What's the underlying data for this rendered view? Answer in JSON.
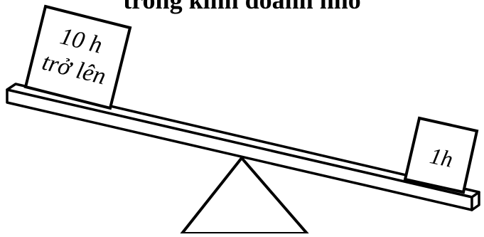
{
  "title": "trong kinh doanh nhỏ",
  "left_box": {
    "line1": "10 h",
    "line2": "trở lên"
  },
  "right_box": {
    "label": "1h"
  },
  "colors": {
    "ink": "#000000",
    "fill": "#ffffff"
  }
}
